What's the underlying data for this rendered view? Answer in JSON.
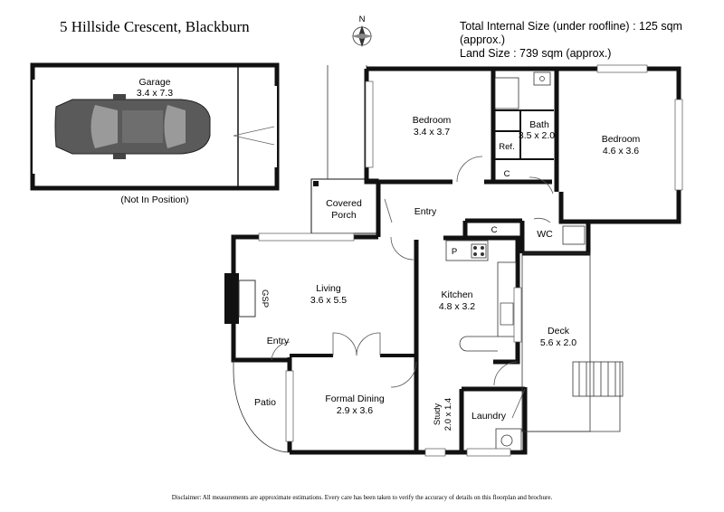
{
  "header": {
    "address": "5 Hillside Crescent, Blackburn",
    "total_internal": "Total Internal Size (under roofline) :  125 sqm (approx.)",
    "land_size": "Land Size :  739 sqm (approx.)"
  },
  "compass": {
    "label": "N"
  },
  "rooms": {
    "garage": {
      "name": "Garage",
      "dims": "3.4 x 7.3",
      "note": "(Not In Position)"
    },
    "bedroom1": {
      "name": "Bedroom",
      "dims": "3.4 x 3.7"
    },
    "bath": {
      "name": "Bath",
      "dims": "3.5 x 2.0"
    },
    "bedroom2": {
      "name": "Bedroom",
      "dims": "4.6 x 3.6"
    },
    "ref": "Ref.",
    "closet1": "C",
    "closet2": "C",
    "covered_porch": {
      "line1": "Covered",
      "line2": "Porch"
    },
    "entry_top": "Entry",
    "wc": "WC",
    "pantry": "P",
    "living": {
      "name": "Living",
      "dims": "3.6 x 5.5"
    },
    "gsp": "GSP",
    "kitchen": {
      "name": "Kitchen",
      "dims": "4.8 x 3.2"
    },
    "entry_living": "Entry",
    "deck": {
      "name": "Deck",
      "dims": "5.6 x 2.0"
    },
    "patio": "Patio",
    "formal_dining": {
      "name": "Formal Dining",
      "dims": "2.9 x 3.6"
    },
    "study": {
      "name": "Study",
      "dims": "2.0 x 1.4"
    },
    "laundry": "Laundry"
  },
  "footer": {
    "disclaimer": "Disclaimer: All measurements are approximate estimations. Every care has been taken to verify the accuracy of details on this floorplan and brochure."
  }
}
